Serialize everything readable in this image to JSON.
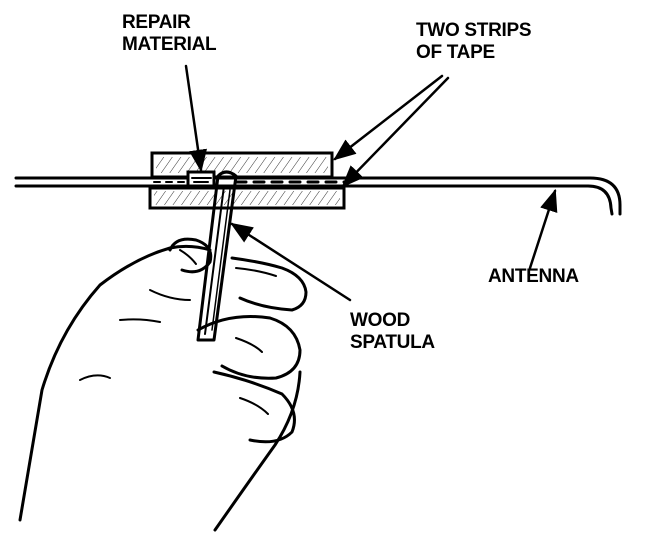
{
  "labels": {
    "repair_material": [
      "REPAIR",
      "MATERIAL"
    ],
    "tape": [
      "TWO STRIPS",
      "OF TAPE"
    ],
    "antenna": "ANTENNA",
    "spatula": [
      "WOOD",
      "SPATULA"
    ]
  },
  "colors": {
    "ink": "#000000",
    "paper": "#ffffff"
  },
  "icons": [
    "hand-illustration",
    "wood-spatula-illustration",
    "tape-strip-illustration",
    "antenna-wire-illustration"
  ]
}
